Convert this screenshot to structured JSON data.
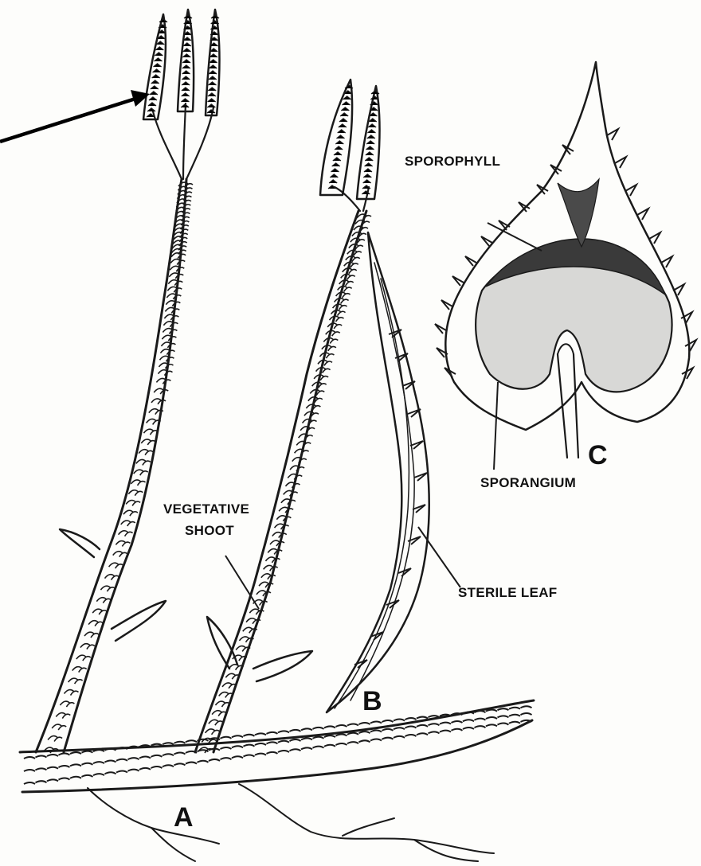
{
  "labels": {
    "vegetative_shoot_line1": "VEGETATIVE",
    "vegetative_shoot_line2": "SHOOT",
    "sporophyll": "SPOROPHYLL",
    "sporangium": "SPORANGIUM",
    "sterile_leaf": "STERILE LEAF",
    "panel_a": "A",
    "panel_b": "B",
    "panel_c": "C"
  },
  "colors": {
    "ink": "#1a1a1a",
    "paper": "#fdfdfb",
    "shade": "#3a3a3a"
  }
}
